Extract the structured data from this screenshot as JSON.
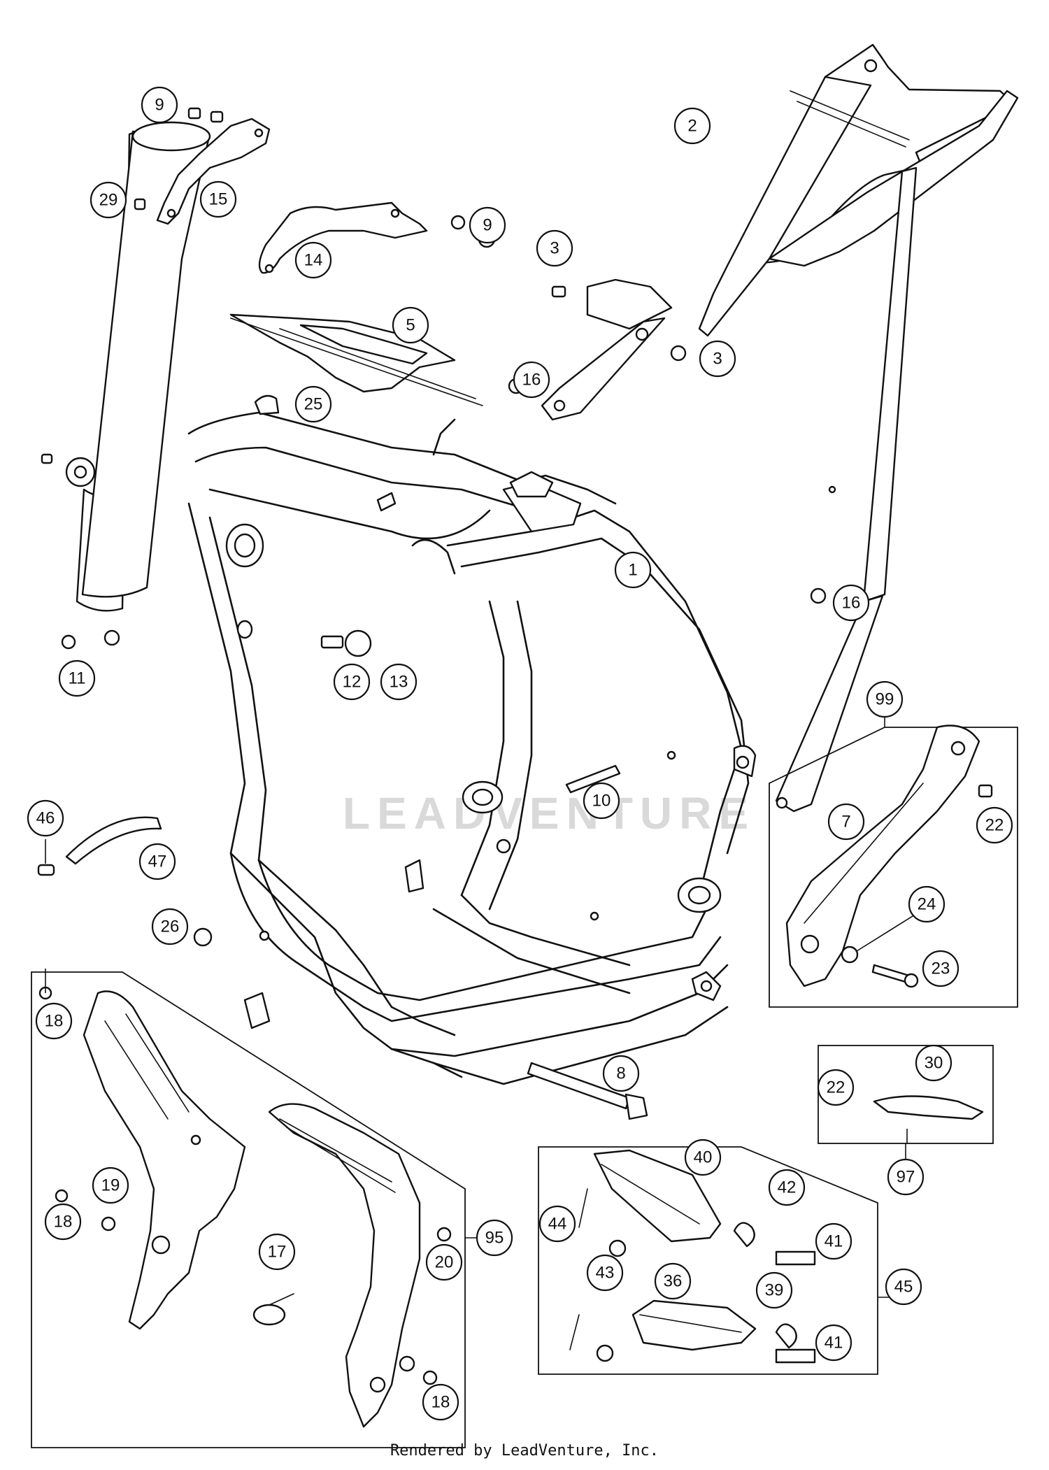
{
  "watermark": "LEADVENTURE",
  "credit": "Rendered by LeadVenture, Inc.",
  "callouts": [
    "1",
    "2",
    "3",
    "3",
    "5",
    "7",
    "8",
    "9",
    "9",
    "10",
    "11",
    "12",
    "13",
    "14",
    "15",
    "16",
    "16",
    "17",
    "18",
    "18",
    "18",
    "19",
    "20",
    "22",
    "22",
    "23",
    "24",
    "25",
    "26",
    "29",
    "30",
    "36",
    "39",
    "40",
    "41",
    "41",
    "42",
    "43",
    "44",
    "45",
    "46",
    "47",
    "95",
    "97",
    "99"
  ]
}
